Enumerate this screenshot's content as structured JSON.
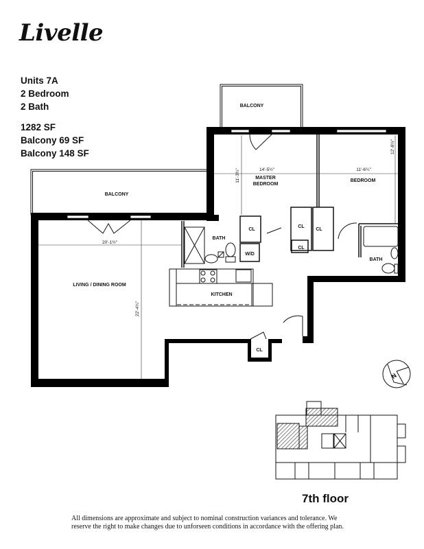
{
  "brand": {
    "name": "Livelle"
  },
  "unit": {
    "name": "Units 7A",
    "bedrooms": "2 Bedroom",
    "baths": "2 Bath",
    "area": "1282 SF",
    "balcony_1": "Balcony 69 SF",
    "balcony_2": "Balcony 148 SF"
  },
  "rooms": {
    "balcony_top": "BALCONY",
    "balcony_left": "BALCONY",
    "master_bedroom_line1": "MASTER",
    "master_bedroom_line2": "BEDROOM",
    "bedroom": "BEDROOM",
    "bath_1": "BATH",
    "bath_2": "BATH",
    "living_dining": "LIVING / DINING ROOM",
    "kitchen": "KITCHEN",
    "closet_1": "CL",
    "closet_2": "CL",
    "closet_3": "CL",
    "closet_4": "CL",
    "closet_5": "CL",
    "washer_dryer": "W/D"
  },
  "dimensions": {
    "master_width": "14'-5½\"",
    "master_depth": "11'-3¾\"",
    "bedroom_width": "11'-6¼\"",
    "bedroom_depth": "12'-8½\"",
    "living_width": "20'-1½\"",
    "living_depth": "22'-4¾\""
  },
  "key_plan": {
    "floor_label": "7th floor"
  },
  "compass": {
    "label": "N"
  },
  "colors": {
    "wall": "#000000",
    "line": "#111111",
    "background": "#ffffff"
  },
  "disclaimer": "All dimensions are approximate and subject to nominal construction variances and tolerance. We reserve the right to make changes due to unforseen conditions in accordance with the offering plan."
}
